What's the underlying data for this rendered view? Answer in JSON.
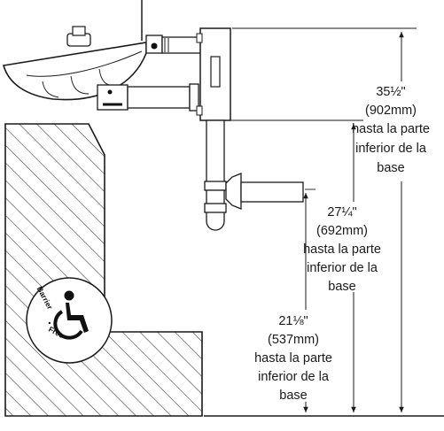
{
  "dimensions": [
    {
      "id": "dim-35",
      "height": "35½\"",
      "metric": "(902mm)",
      "line1": "hasta la parte",
      "line2": "inferior de la",
      "line3": "base"
    },
    {
      "id": "dim-27",
      "height": "27¼\"",
      "metric": "(692mm)",
      "line1": "hasta la parte",
      "line2": "inferior de la",
      "line3": "base"
    },
    {
      "id": "dim-21",
      "height": "21⅛\"",
      "metric": "(537mm)",
      "line1": "hasta la parte",
      "line2": "inferior de la",
      "line3": "base"
    }
  ],
  "badge": {
    "word1": "Barrier",
    "separator": "•",
    "word2": "Free",
    "icon": "wheelchair-icon"
  },
  "colors": {
    "line": "#1a1a1a",
    "hatch": "#333333",
    "background": "#ffffff"
  }
}
